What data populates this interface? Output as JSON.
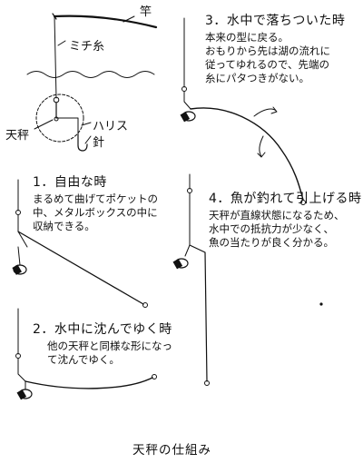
{
  "labels": {
    "rod": "竿",
    "line": "ミチ糸",
    "sinker_rig": "天秤",
    "leader": "ハリス",
    "hook": "針"
  },
  "panels": [
    {
      "heading": "1．自由な時",
      "text": "まるめて曲げてポケットの\n中、メタルボックスの中に\n収納できる。"
    },
    {
      "heading": "2．水中に沈んでゆく時",
      "text": "他の天秤と同様な形になっ\nて沈んでゆく。"
    },
    {
      "heading": "3．水中で落ちついた時",
      "text": "本来の型に戻る。\nおもりから先は湖の流れに\n従ってゆれるので、先端の\n糸にパタつきがない。"
    },
    {
      "heading": "4．魚が釣れて引上げる時",
      "text": "天秤が直線状態になるため、\n水中での抵抗力が少なく、\n魚の当たりが良く分かる。"
    }
  ],
  "caption": "天秤の仕組み",
  "colors": {
    "ink": "#111111",
    "paper": "#ffffff"
  }
}
